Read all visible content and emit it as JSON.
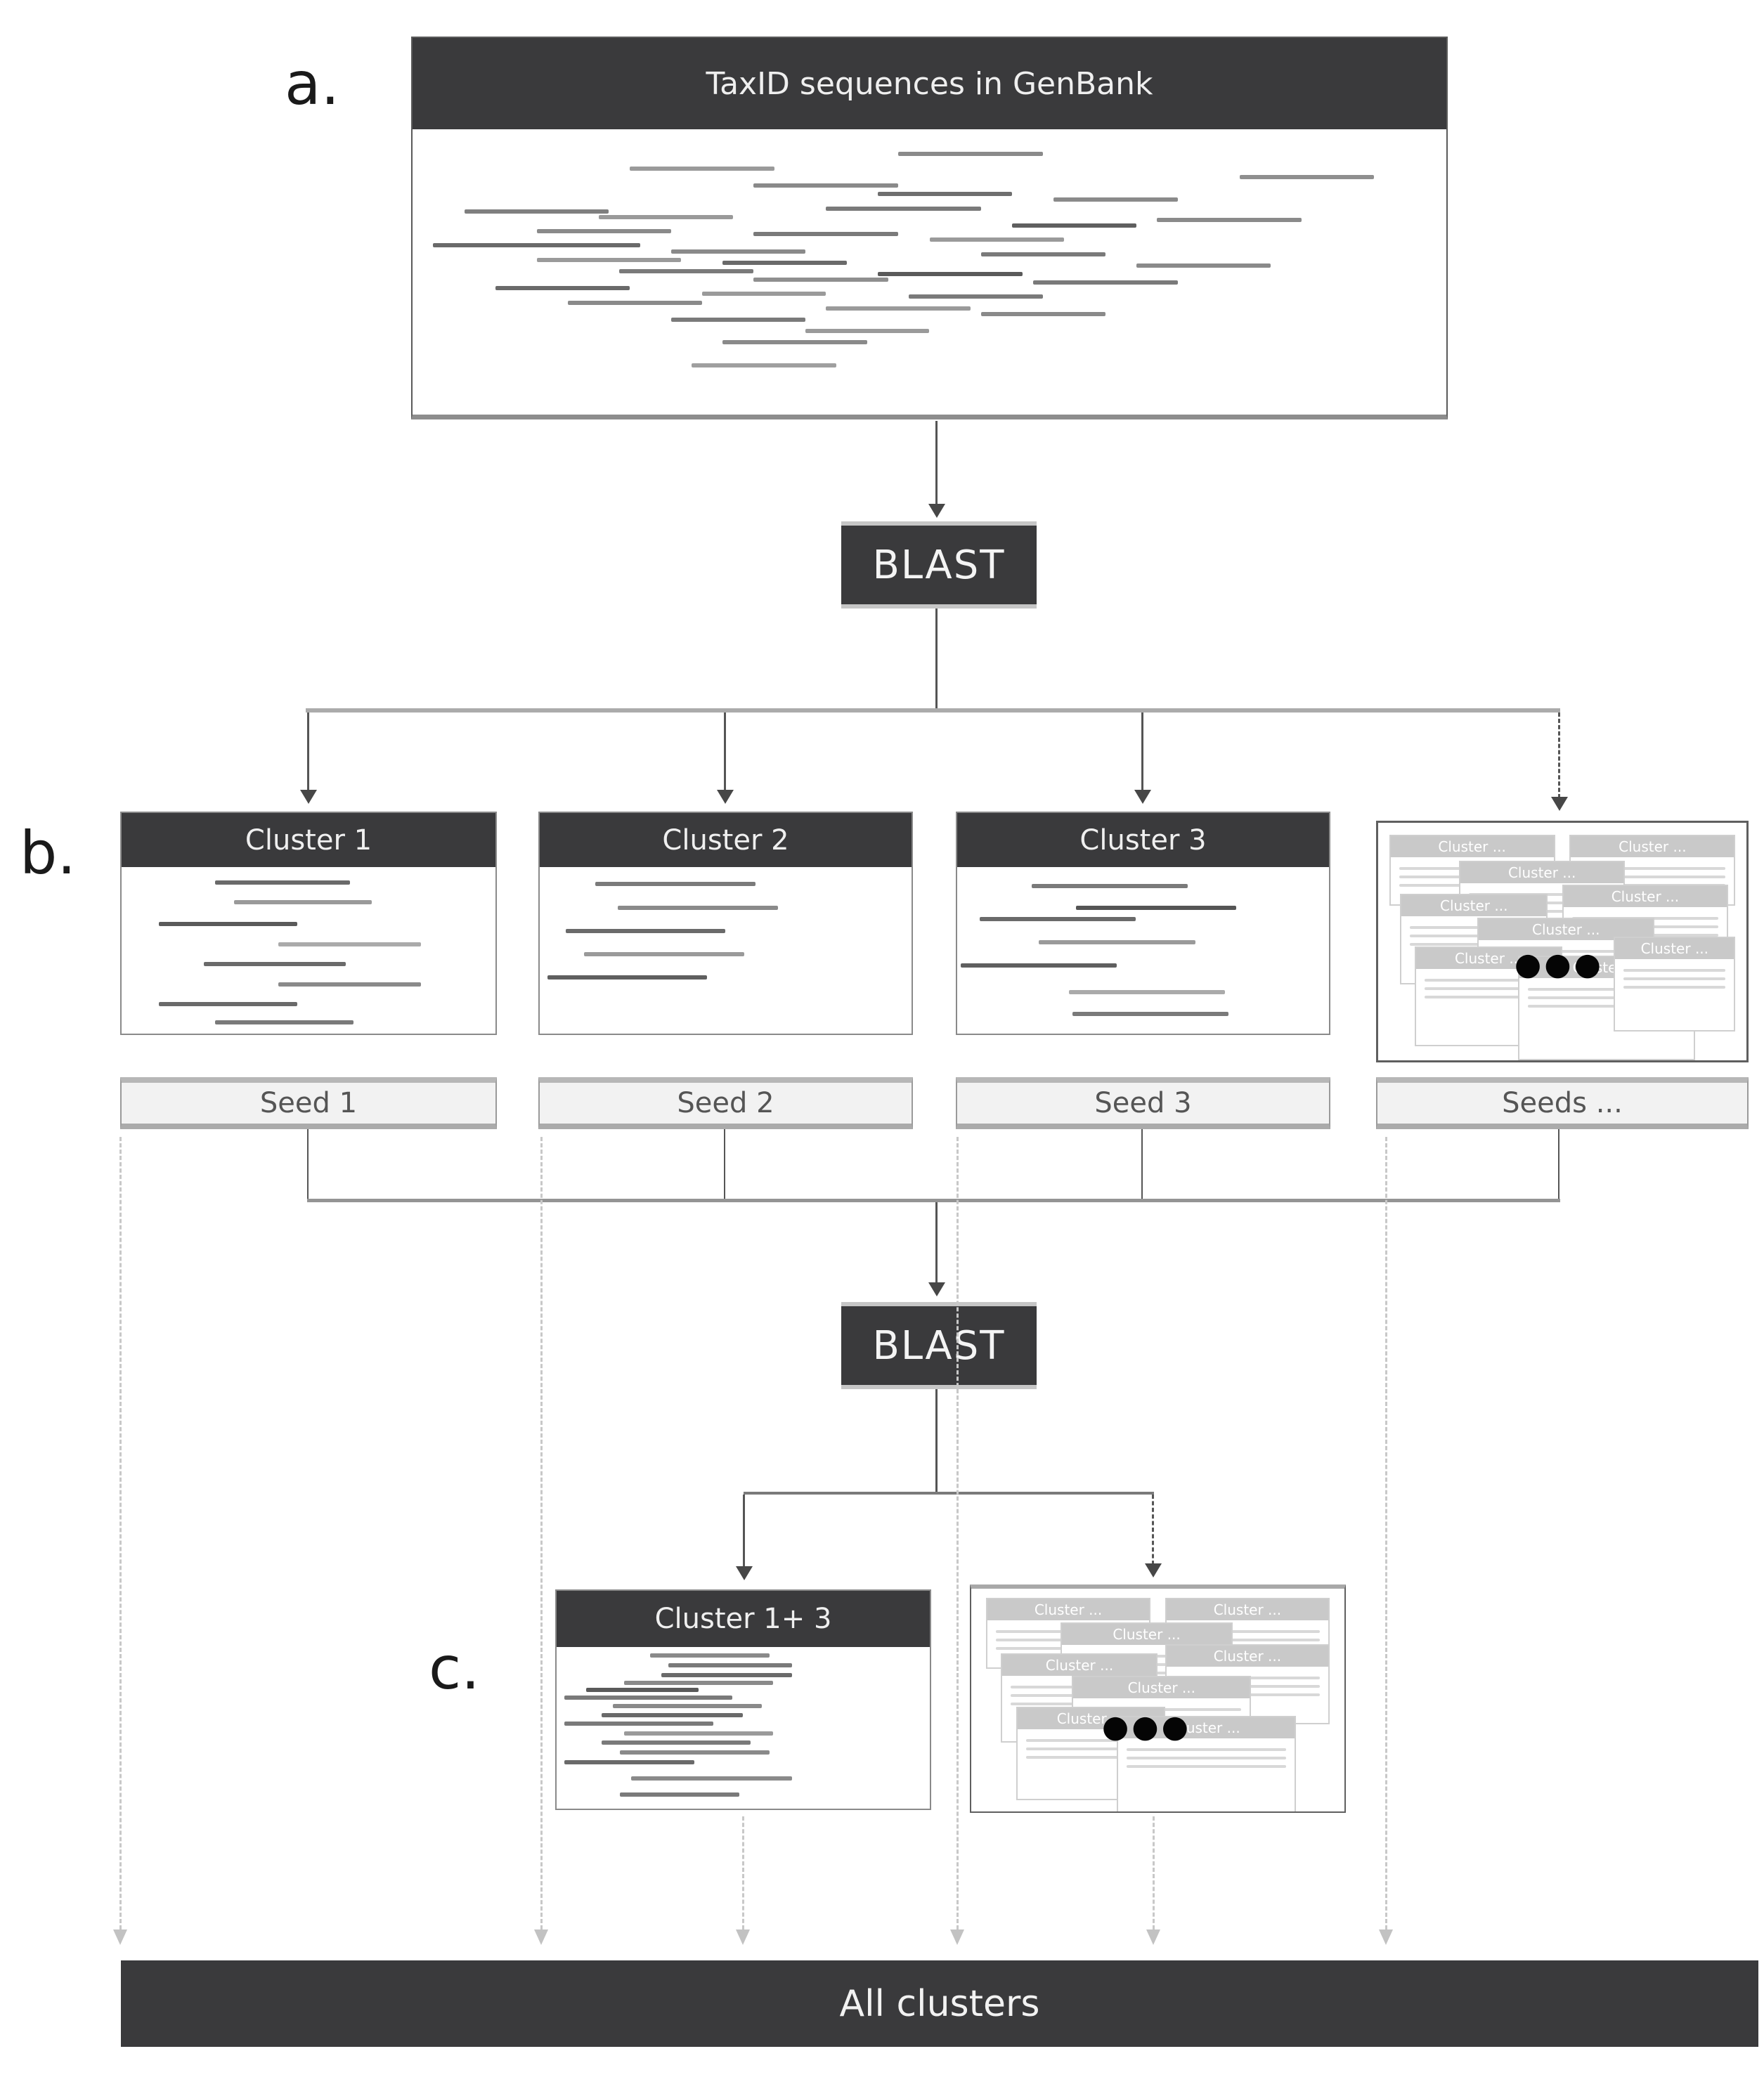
{
  "figure_labels": {
    "a": "a.",
    "b": "b.",
    "c": "c."
  },
  "colors": {
    "dark_box": "#3a3a3c",
    "seed_bg": "#f2f2f2",
    "seed_text": "#555555",
    "mini_gray": "#c9c9c9",
    "dotted_line": "#c8c8c8"
  },
  "top_box": {
    "title": "TaxID sequences in GenBank",
    "lines": [
      [
        8,
        47,
        14,
        "#8a8a8a"
      ],
      [
        13,
        21,
        14,
        "#9a9a9a"
      ],
      [
        16,
        80,
        13,
        "#8f8f8f"
      ],
      [
        19,
        33,
        14,
        "#8a8a8a"
      ],
      [
        22,
        45,
        13,
        "#6f6f6f"
      ],
      [
        24,
        62,
        12,
        "#8a8a8a"
      ],
      [
        27,
        40,
        15,
        "#7a7a7a"
      ],
      [
        28,
        5,
        14,
        "#7f7f7f"
      ],
      [
        30,
        18,
        13,
        "#9a9a9a"
      ],
      [
        31,
        72,
        14,
        "#8a8a8a"
      ],
      [
        33,
        58,
        12,
        "#5f5f5f"
      ],
      [
        35,
        12,
        13,
        "#8a8a8a"
      ],
      [
        36,
        33,
        14,
        "#7a7a7a"
      ],
      [
        38,
        50,
        13,
        "#9a9a9a"
      ],
      [
        40,
        2,
        20,
        "#6a6a6a"
      ],
      [
        42,
        25,
        13,
        "#8a8a8a"
      ],
      [
        43,
        55,
        12,
        "#7a7a7a"
      ],
      [
        45,
        12,
        14,
        "#9a9a9a"
      ],
      [
        46,
        30,
        12,
        "#6a6a6a"
      ],
      [
        47,
        70,
        13,
        "#8a8a8a"
      ],
      [
        49,
        20,
        13,
        "#7a7a7a"
      ],
      [
        50,
        45,
        14,
        "#5a5a5a"
      ],
      [
        52,
        33,
        13,
        "#8f8f8f"
      ],
      [
        53,
        60,
        14,
        "#7a7a7a"
      ],
      [
        55,
        8,
        13,
        "#6a6a6a"
      ],
      [
        57,
        28,
        12,
        "#9a9a9a"
      ],
      [
        58,
        48,
        13,
        "#7a7a7a"
      ],
      [
        60,
        15,
        13,
        "#8a8a8a"
      ],
      [
        62,
        40,
        14,
        "#9a9a9a"
      ],
      [
        64,
        55,
        12,
        "#8a8a8a"
      ],
      [
        66,
        25,
        13,
        "#7a7a7a"
      ],
      [
        70,
        38,
        12,
        "#9a9a9a"
      ],
      [
        74,
        30,
        14,
        "#8a8a8a"
      ],
      [
        82,
        27,
        14,
        "#9f9f9f"
      ]
    ]
  },
  "blast_top": {
    "label": "BLAST"
  },
  "blast_bottom": {
    "label": "BLAST"
  },
  "clusters": [
    {
      "title": "Cluster 1",
      "lines": [
        [
          8,
          25,
          36,
          "#6a6a6a"
        ],
        [
          20,
          30,
          37,
          "#9a9a9a"
        ],
        [
          33,
          10,
          37,
          "#5a5a5a"
        ],
        [
          45,
          42,
          38,
          "#aaaaaa"
        ],
        [
          57,
          22,
          38,
          "#6a6a6a"
        ],
        [
          69,
          42,
          38,
          "#8a8a8a"
        ],
        [
          81,
          10,
          37,
          "#6a6a6a"
        ],
        [
          92,
          25,
          37,
          "#7a7a7a"
        ]
      ]
    },
    {
      "title": "Cluster 2",
      "lines": [
        [
          9,
          15,
          43,
          "#7a7a7a"
        ],
        [
          23,
          21,
          43,
          "#8a8a8a"
        ],
        [
          37,
          7,
          43,
          "#6a6a6a"
        ],
        [
          51,
          12,
          43,
          "#9a9a9a"
        ],
        [
          65,
          2,
          43,
          "#5f5f5f"
        ]
      ]
    },
    {
      "title": "Cluster 3",
      "lines": [
        [
          10,
          20,
          42,
          "#7a7a7a"
        ],
        [
          23,
          32,
          43,
          "#555555"
        ],
        [
          30,
          6,
          42,
          "#6a6a6a"
        ],
        [
          44,
          22,
          42,
          "#9a9a9a"
        ],
        [
          58,
          1,
          42,
          "#5f5f5f"
        ],
        [
          74,
          30,
          42,
          "#aaaaaa"
        ],
        [
          87,
          31,
          42,
          "#7a7a7a"
        ]
      ]
    }
  ],
  "seeds": {
    "seed1": "Seed 1",
    "seed2": "Seed 2",
    "seed3": "Seed 3",
    "seed_more": "Seeds ..."
  },
  "seed_stack": {
    "title": "Cluster ...",
    "dots": "●●●",
    "boxes": [
      [
        3,
        5,
        45,
        30
      ],
      [
        52,
        5,
        45,
        30
      ],
      [
        22,
        16,
        45,
        30
      ],
      [
        6,
        30,
        40,
        38
      ],
      [
        50,
        26,
        45,
        34
      ],
      [
        27,
        40,
        48,
        40
      ],
      [
        10,
        52,
        40,
        42
      ],
      [
        38,
        56,
        48,
        44
      ],
      [
        64,
        48,
        33,
        40
      ]
    ]
  },
  "merged_cluster": {
    "title": "Cluster 1+ 3",
    "lines": [
      [
        4,
        25,
        32,
        "#8a8a8a"
      ],
      [
        10,
        30,
        33,
        "#7a7a7a"
      ],
      [
        16,
        28,
        35,
        "#6a6a6a"
      ],
      [
        21,
        18,
        40,
        "#8a8a8a"
      ],
      [
        25,
        8,
        30,
        "#5a5a5a"
      ],
      [
        30,
        2,
        45,
        "#7a7a7a"
      ],
      [
        35,
        15,
        40,
        "#8a8a8a"
      ],
      [
        41,
        12,
        38,
        "#6a6a6a"
      ],
      [
        46,
        2,
        40,
        "#7a7a7a"
      ],
      [
        52,
        18,
        40,
        "#9a9a9a"
      ],
      [
        58,
        12,
        40,
        "#7a7a7a"
      ],
      [
        64,
        17,
        40,
        "#8a8a8a"
      ],
      [
        70,
        2,
        35,
        "#6a6a6a"
      ],
      [
        80,
        20,
        43,
        "#8a8a8a"
      ],
      [
        90,
        17,
        32,
        "#7a7a7a"
      ]
    ]
  },
  "result_stack": {
    "title": "Cluster ...",
    "dots": "●●●",
    "boxes": [
      [
        4,
        4,
        44,
        32
      ],
      [
        52,
        4,
        44,
        32
      ],
      [
        24,
        15,
        46,
        32
      ],
      [
        8,
        29,
        42,
        40
      ],
      [
        52,
        25,
        44,
        36
      ],
      [
        27,
        39,
        48,
        42
      ],
      [
        12,
        53,
        40,
        42
      ],
      [
        39,
        57,
        48,
        44
      ]
    ]
  },
  "all_clusters": {
    "label": "All clusters"
  }
}
